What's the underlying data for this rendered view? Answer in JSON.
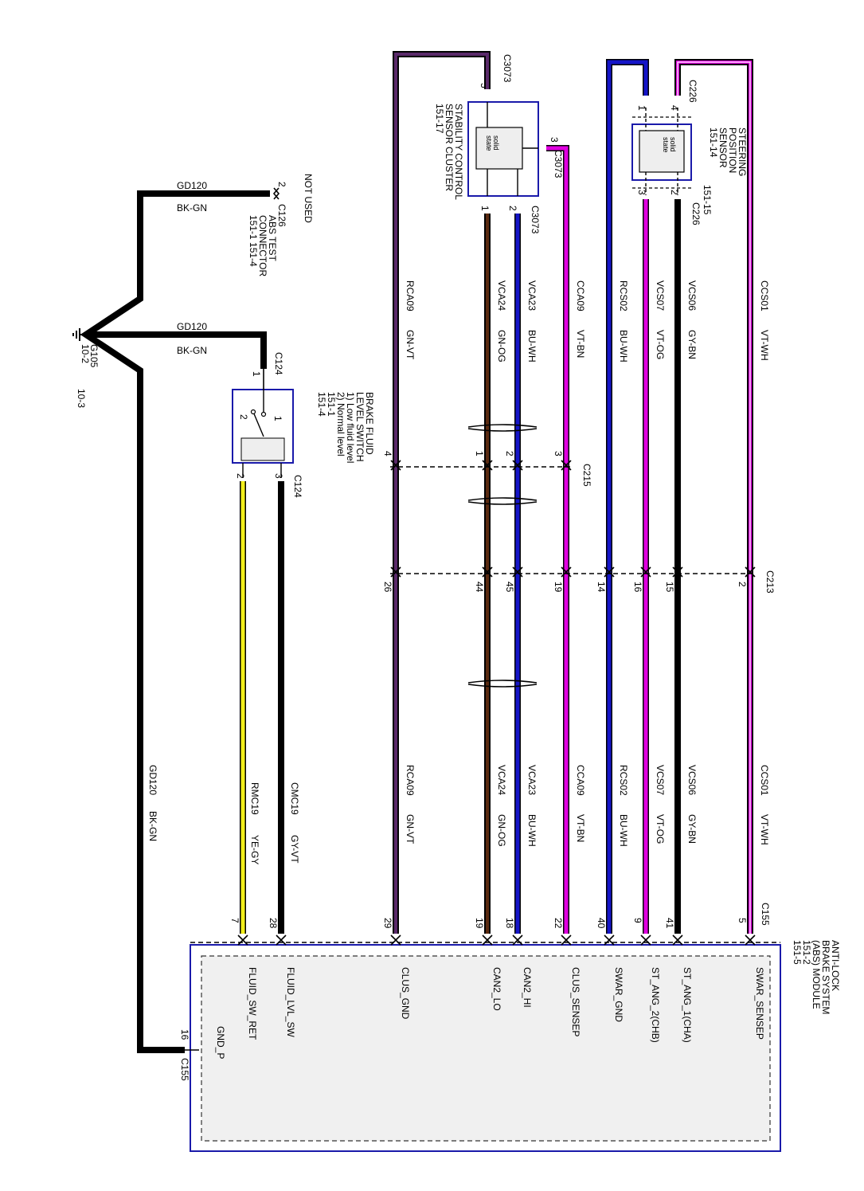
{
  "colors": {
    "purple": "#9b00a8",
    "magenta": "#e000e0",
    "blue": "#1515c8",
    "brown": "#5a2a10",
    "yellow": "#f2ee1a",
    "black": "#000000",
    "module_border": "#1a1aaa",
    "module_fill": "#f0f0f0"
  },
  "ground": {
    "id": "G105",
    "refs": [
      "10-2",
      "10-3"
    ],
    "circuit": "GD120",
    "color": "BK-GN"
  },
  "abs_test": {
    "note": "NOT USED",
    "connector": "C126",
    "pin": "2",
    "lines": [
      "ABS TEST",
      "CONNECTOR",
      "151-1     151-4"
    ],
    "circuit": "GD120",
    "color": "BK-GN"
  },
  "brake_switch": {
    "title": [
      "BRAKE FLUID",
      "LEVEL SWITCH",
      "1) Low fluid level",
      "2) Normal level",
      "151-1",
      "151-4"
    ],
    "connector_top": "C124",
    "connector_bottom": "C124",
    "pin_top": "1",
    "pin2": "2",
    "pin3": "3",
    "switch_pos1": "1",
    "switch_pos2": "2",
    "ground_circuit": "GD120",
    "ground_color": "BK-GN"
  },
  "stability": {
    "title": [
      "STABILITY CONTROL",
      "SENSOR CLUSTER",
      "151-17"
    ],
    "block": "solid\nstate",
    "connector_top": "C3073",
    "connector_side": "C3073",
    "connector_bottom": "C3073",
    "pin_top": "5",
    "pin_side": "3",
    "pin_b1": "1",
    "pin_b2": "2"
  },
  "steering": {
    "title": [
      "STEERING",
      "POSITION",
      "SENSOR",
      "151-14"
    ],
    "ref_bottom": "151-15",
    "block": "solid\nstate",
    "connector_top": "C226",
    "connector_bottom": "C226",
    "pin_t1": "1",
    "pin_t4": "4",
    "pin_b3": "3",
    "pin_b2": "2"
  },
  "inline_connectors": {
    "c215": "C215",
    "c213": "C213"
  },
  "module": {
    "title": [
      "ANTI-LOCK",
      "BRAKE SYSTEM",
      "(ABS) MODULE",
      "151-2",
      "151-5"
    ],
    "connector": "C155",
    "gnd_label": "GND_P",
    "gnd_pin": "16",
    "gnd_connector": "C155"
  },
  "wires": [
    {
      "circuit": "RCA09",
      "color": "GN-VT",
      "c215": "4",
      "c213": "26",
      "pin": "29",
      "signal": "CLUS_GND"
    },
    {
      "circuit": "VCA24",
      "color": "GN-OG",
      "c215": "1",
      "c213": "44",
      "pin": "19",
      "signal": "CAN2_LO"
    },
    {
      "circuit": "VCA23",
      "color": "BU-WH",
      "c215": "2",
      "c213": "45",
      "pin": "18",
      "signal": "CAN2_HI"
    },
    {
      "circuit": "CCA09",
      "color": "VT-BN",
      "c215": "3",
      "c213": "19",
      "pin": "22",
      "signal": "CLUS_SENSEP"
    },
    {
      "circuit": "RCS02",
      "color": "BU-WH",
      "c215": "",
      "c213": "14",
      "pin": "40",
      "signal": "SWAR_GND"
    },
    {
      "circuit": "VCS07",
      "color": "VT-OG",
      "c215": "",
      "c213": "16",
      "pin": "9",
      "signal": "ST_ANG_2(CHB)"
    },
    {
      "circuit": "VCS06",
      "color": "GY-BN",
      "c215": "",
      "c213": "15",
      "pin": "41",
      "signal": "ST_ANG_1(CHA)"
    },
    {
      "circuit": "CCS01",
      "color": "VT-WH",
      "c215": "",
      "c213": "2",
      "pin": "5",
      "signal": "SWAR_SENSEP"
    }
  ],
  "switch_wires": [
    {
      "circuit": "RMC19",
      "color": "YE-GY",
      "pin": "7",
      "signal": "FLUID_SW_RET"
    },
    {
      "circuit": "CMC19",
      "color": "GY-VT",
      "pin": "28",
      "signal": "FLUID_LVL_SW"
    }
  ]
}
